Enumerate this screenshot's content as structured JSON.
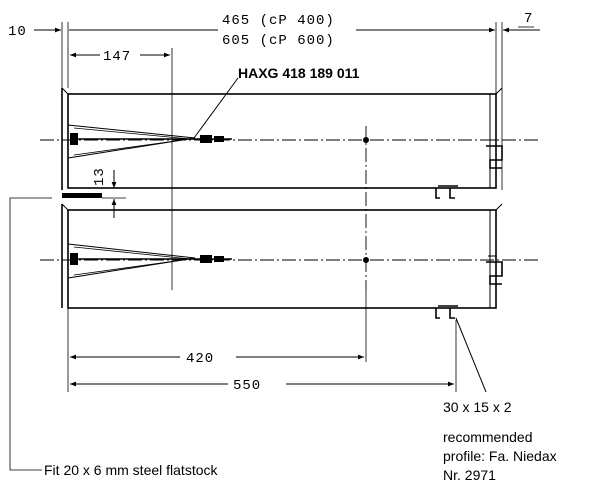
{
  "dimensions": {
    "left_offset": "10",
    "overall_cp400": "465 (cP 400)",
    "overall_cp600": "605 (cP 600)",
    "right_offset": "7",
    "bracket_offset": "147",
    "gap": "13",
    "inner_length": "420",
    "outer_length": "550"
  },
  "labels": {
    "part_number": "HAXG 418 189 011",
    "profile_size": "30 x 15 x 2",
    "recommended_line1": "recommended",
    "recommended_line2": "profile: Fa. Niedax",
    "recommended_line3": "Nr. 2971",
    "flatstock_note": "Fit 20 x 6 mm steel flatstock"
  }
}
